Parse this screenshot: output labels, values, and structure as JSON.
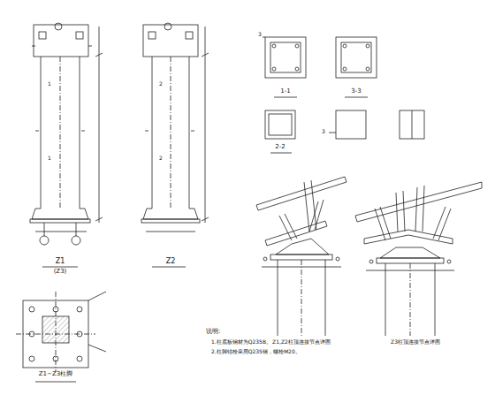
{
  "diagram": {
    "labels": [
      "Z1",
      "(Z3)",
      "Z2",
      "1-1",
      "3-3",
      "2-2",
      "Z1~Z3柱脚",
      "说明:",
      "1.柱底板钢材为Q235B。",
      "2.柱脚锚栓采用Q235钢，螺栓M20。",
      "Z1,Z2柱顶连接节点详图",
      "Z3柱顶连接节点详图",
      "1",
      "1",
      "2",
      "2",
      "3",
      "3"
    ]
  }
}
